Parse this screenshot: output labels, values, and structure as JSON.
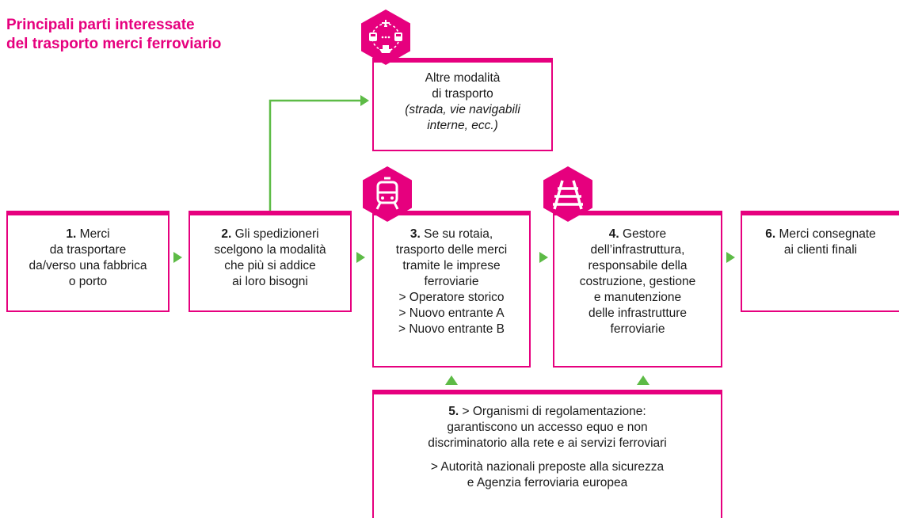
{
  "title": {
    "line1": "Principali parti interessate",
    "line2": "del trasporto merci ferroviario"
  },
  "colors": {
    "accent": "#e6007e",
    "arrow": "#5dbb46"
  },
  "icons": {
    "transport_modes": "transport-modes-icon",
    "train": "train-icon",
    "railway_track": "railway-track-icon"
  },
  "boxes": {
    "other_modes": {
      "lines": [
        "Altre modalità",
        "di trasporto"
      ],
      "italic_lines": [
        "(strada, vie navigabili",
        "interne, ecc.)"
      ]
    },
    "b1": {
      "num": "1.",
      "lines": [
        "Merci",
        "da trasportare",
        "da/verso una fabbrica",
        "o porto"
      ]
    },
    "b2": {
      "num": "2.",
      "lines": [
        "Gli spedizioneri",
        "scelgono la modalità",
        "che più si addice",
        "ai loro bisogni"
      ]
    },
    "b3": {
      "num": "3.",
      "lines": [
        "Se su rotaia,",
        "trasporto delle merci",
        "tramite le imprese",
        "ferroviarie",
        "> Operatore storico",
        "> Nuovo entrante A",
        "> Nuovo entrante B"
      ]
    },
    "b4": {
      "num": "4.",
      "lines": [
        "Gestore",
        "dell’infrastruttura,",
        "responsabile della",
        "costruzione, gestione",
        "e manutenzione",
        "delle infrastrutture",
        "ferroviarie"
      ]
    },
    "b5": {
      "num": "5.",
      "lines": [
        "> Organismi di regolamentazione:",
        "garantiscono un accesso equo e non",
        "discriminatorio alla rete e ai servizi ferroviari"
      ],
      "lines2": [
        "> Autorità nazionali preposte alla sicurezza",
        "e Agenzia ferroviaria europea"
      ]
    },
    "b6": {
      "num": "6.",
      "lines": [
        "Merci consegnate",
        "ai clienti finali"
      ]
    }
  }
}
